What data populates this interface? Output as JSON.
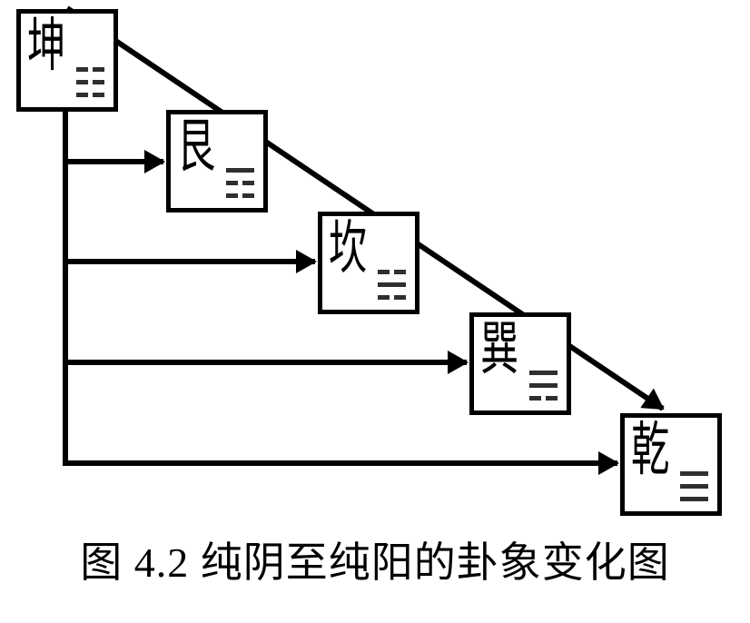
{
  "colors": {
    "background": "#ffffff",
    "line": "#000000",
    "trigram": "#2f2f2f",
    "text": "#000000"
  },
  "figure": {
    "caption": "图 4.2 纯阴至纯阳的卦象变化图"
  },
  "nodes": [
    {
      "id": "kun",
      "label": "坤",
      "trigram_lines": [
        "broken",
        "broken",
        "broken"
      ]
    },
    {
      "id": "gen",
      "label": "艮",
      "trigram_lines": [
        "solid",
        "broken",
        "broken"
      ]
    },
    {
      "id": "kan",
      "label": "坎",
      "trigram_lines": [
        "broken",
        "solid",
        "broken"
      ]
    },
    {
      "id": "xun",
      "label": "巽",
      "trigram_lines": [
        "solid",
        "solid",
        "broken"
      ]
    },
    {
      "id": "qian",
      "label": "乾",
      "trigram_lines": [
        "solid",
        "solid",
        "solid"
      ]
    }
  ]
}
